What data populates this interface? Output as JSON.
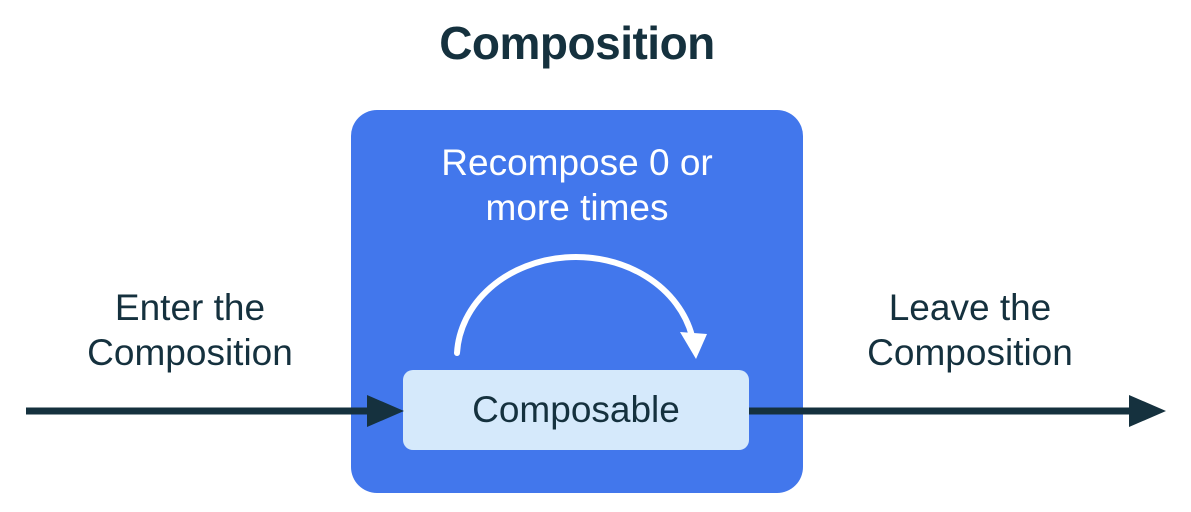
{
  "title": "Composition",
  "diagram": {
    "enter_label": "Enter the\nComposition",
    "leave_label": "Leave the\nComposition",
    "recompose_label": "Recompose 0 or\nmore times",
    "composable_label": "Composable"
  },
  "colors": {
    "navy": "#15313e",
    "blue": "#4277ec",
    "light_blue": "#d5e9fb",
    "arc_white": "#ffffff",
    "background": "#ffffff"
  }
}
